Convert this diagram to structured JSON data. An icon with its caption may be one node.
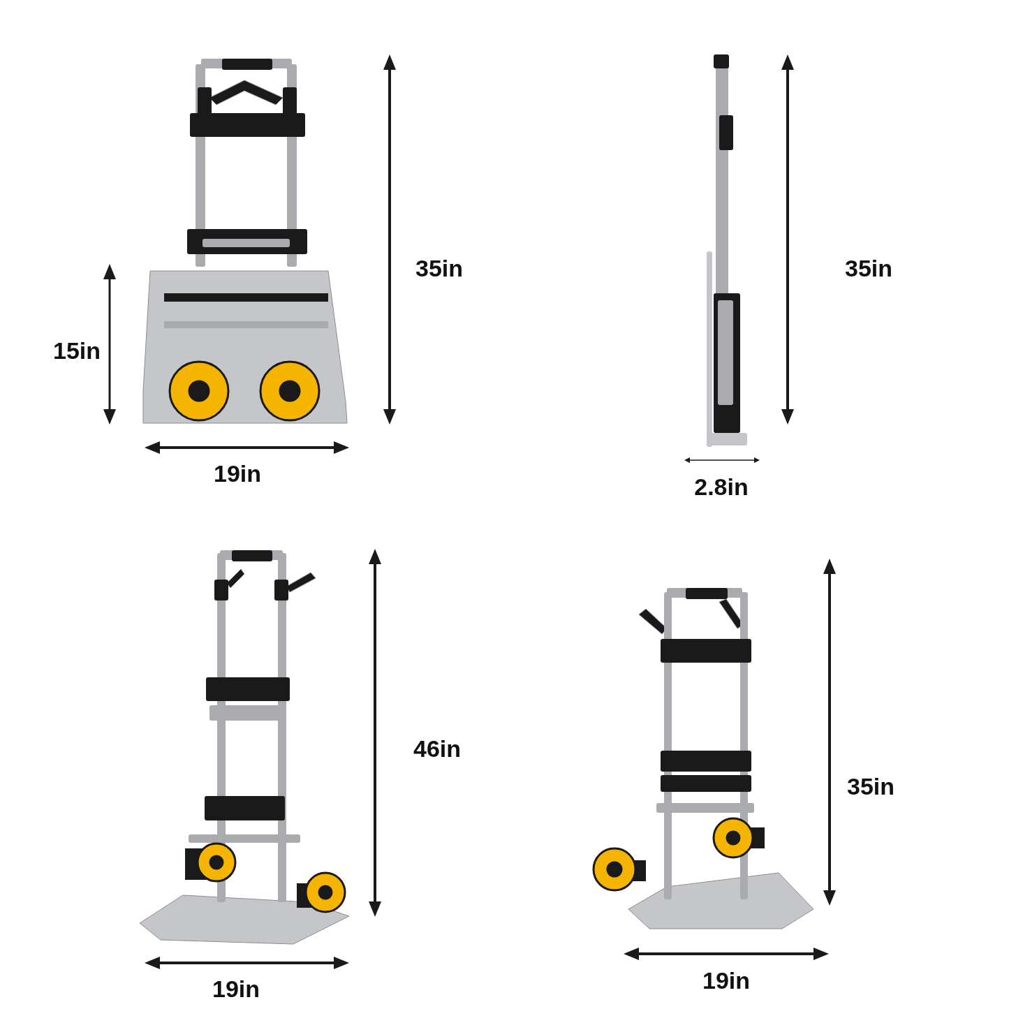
{
  "diagram": {
    "labels": [
      "35in",
      "15in",
      "19in",
      "35in",
      "2.8in",
      "46in",
      "35in",
      "19in",
      "19in"
    ]
  }
}
